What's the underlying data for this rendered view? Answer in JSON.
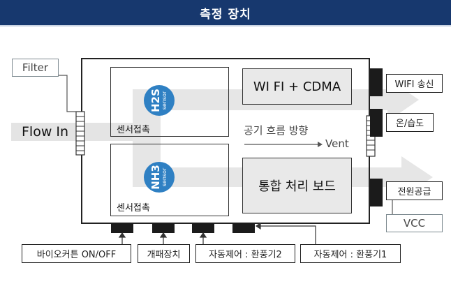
{
  "header": {
    "title": "측정 장치"
  },
  "labels": {
    "filter": "Filter",
    "flow_in": "Flow In",
    "vcc": "VCC"
  },
  "sensors": [
    {
      "chem": "H2S",
      "sub": "sensor",
      "contact": "센서접촉"
    },
    {
      "chem": "NH3",
      "sub": "sensor",
      "contact": "센서접촉"
    }
  ],
  "boards": {
    "comm": "WI FI + CDMA",
    "main": "통합 처리 보드"
  },
  "airflow": {
    "label": "공기 흐름 방향",
    "vent": "Vent"
  },
  "right_outputs": [
    "WIFI 송신",
    "온/습도",
    "전원공급"
  ],
  "bottom_outputs": [
    "바이오커튼 ON/OFF",
    "개패장치",
    "자동제어 : 환풍기2",
    "자동제어 : 환풍기1"
  ],
  "colors": {
    "header": "#17386e",
    "sensor": "#2f80c3",
    "arrow": "#e6e6e6"
  }
}
